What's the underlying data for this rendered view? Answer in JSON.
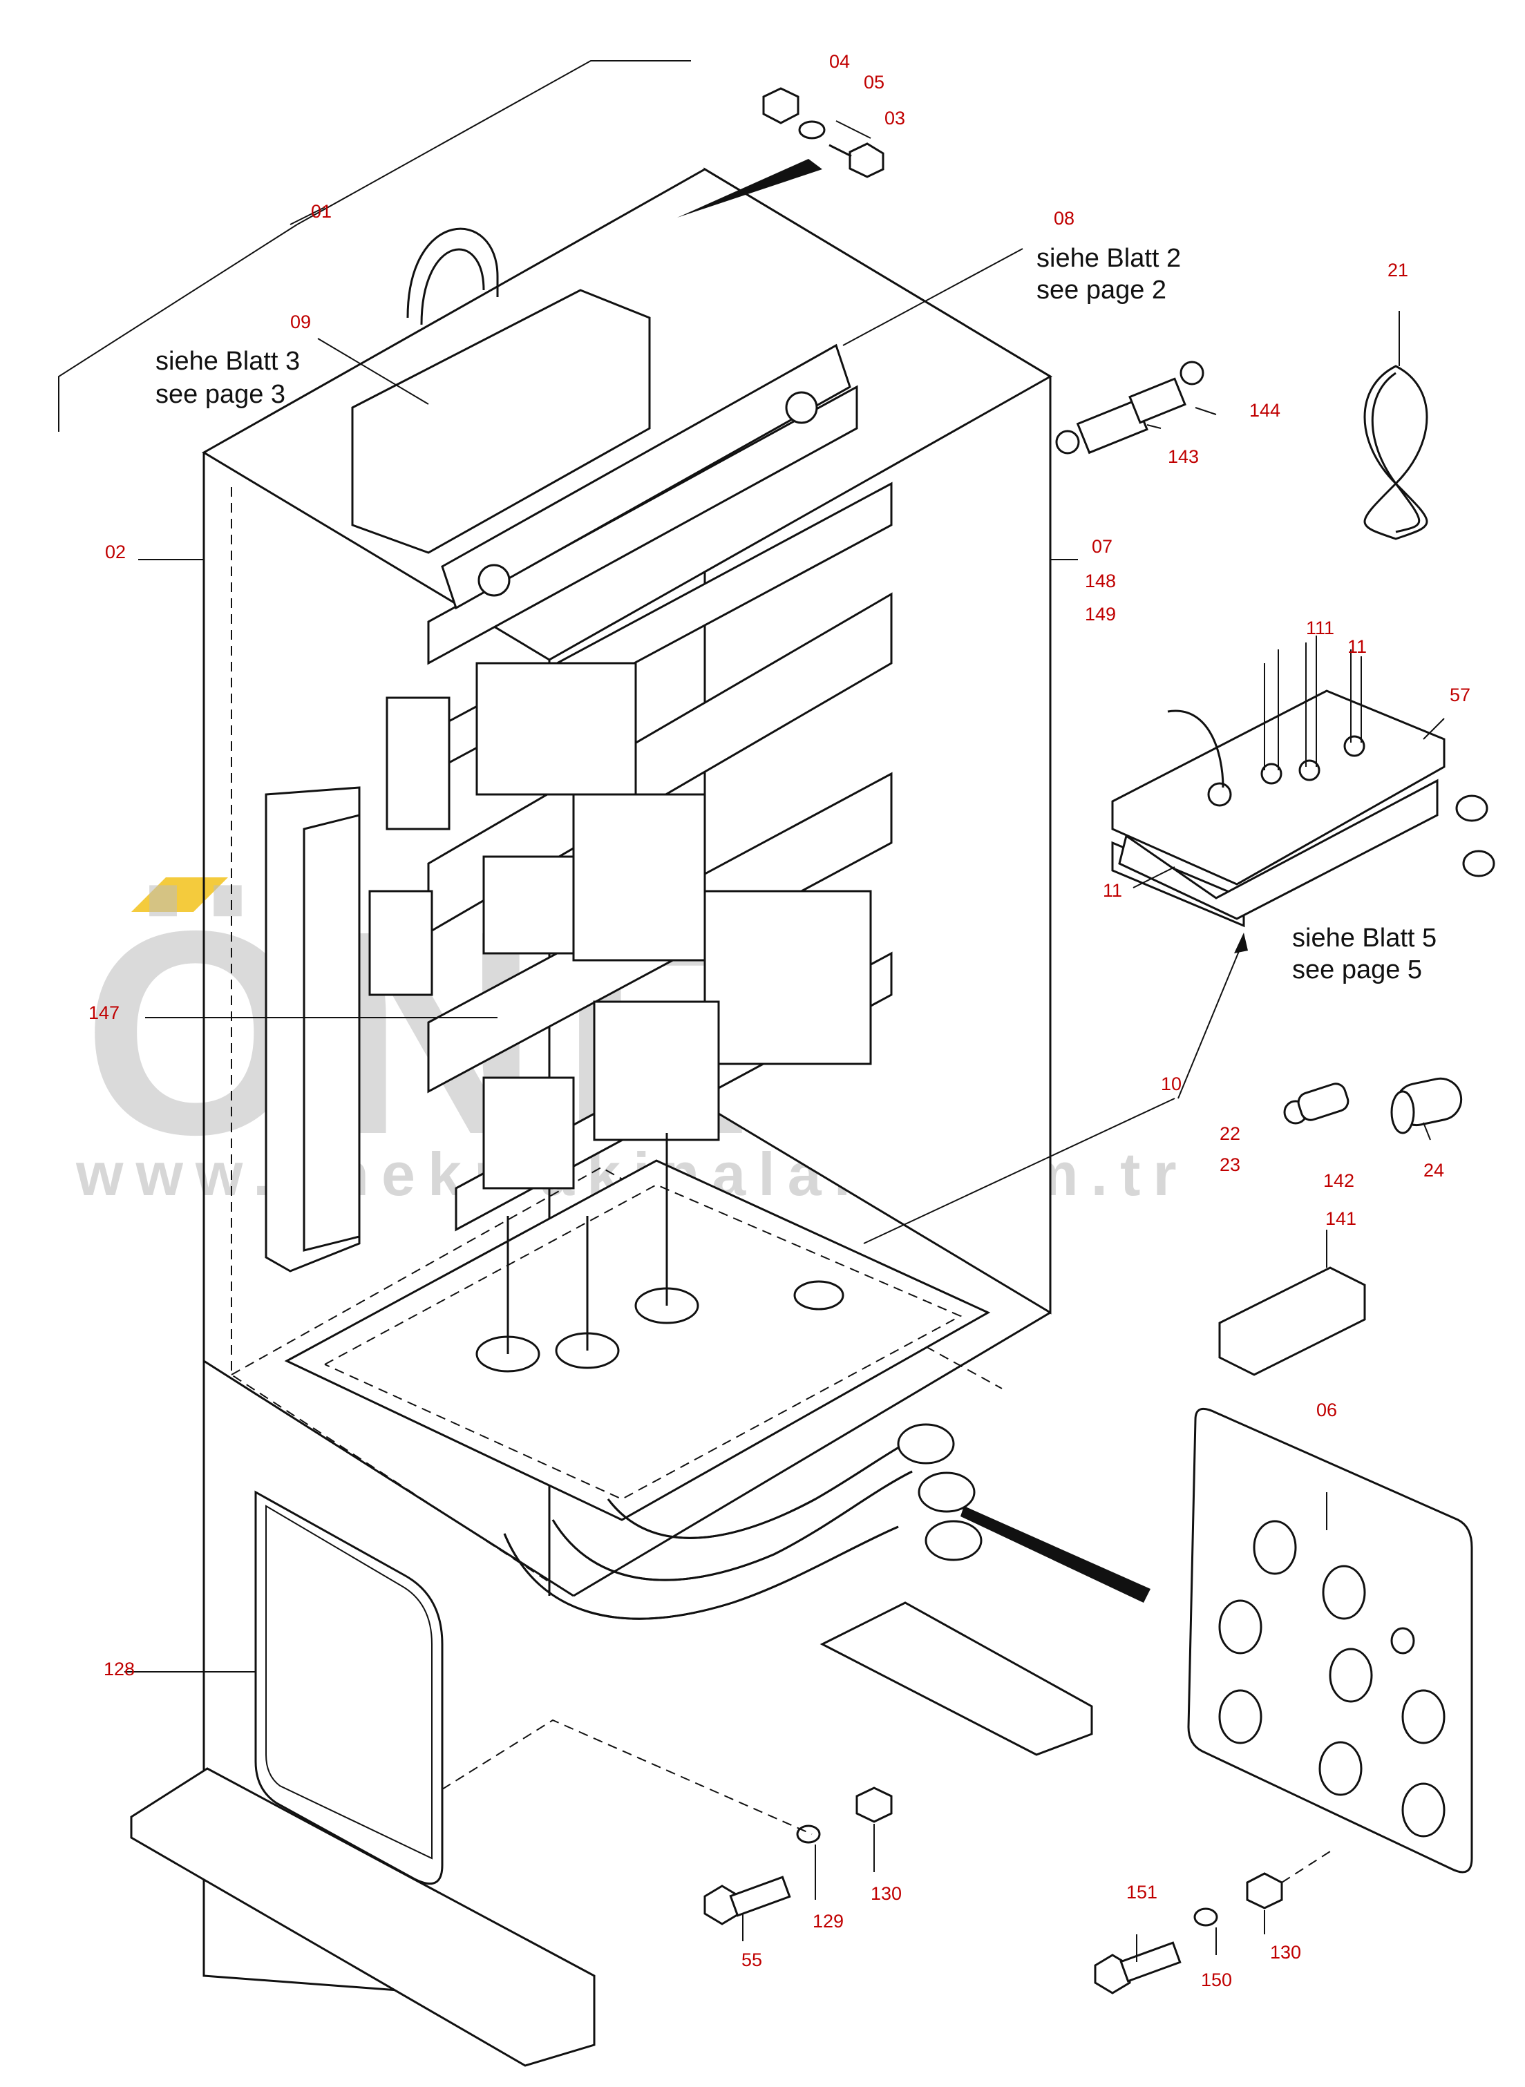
{
  "watermark": {
    "brand": "ÖNEK",
    "url": "www.onekmakinalari.com.tr"
  },
  "notes": {
    "page3": [
      "siehe Blatt 3",
      "see page 3"
    ],
    "page2": [
      "siehe Blatt 2",
      "see page 2"
    ],
    "page5": [
      "siehe Blatt 5",
      "see page 5"
    ]
  },
  "labels": {
    "l01": "01",
    "l02": "02",
    "l03": "03",
    "l04": "04",
    "l05": "05",
    "l06": "06",
    "l07": "07",
    "l08": "08",
    "l09": "09",
    "l10": "10",
    "l11": "11",
    "l21": "21",
    "l22": "22",
    "l23": "23",
    "l24": "24",
    "l55": "55",
    "l57": "57",
    "l128": "128",
    "l129": "129",
    "l130a": "130",
    "l130b": "130",
    "l141": "141",
    "l142": "142",
    "l143": "143",
    "l144": "144",
    "l147": "147",
    "l148": "148",
    "l149": "149",
    "l150": "150",
    "l151": "151",
    "l111": "111",
    "l11b": "11"
  },
  "colors": {
    "label": "#c00000",
    "watermark": "#bdbdbd",
    "watermark_accent": "#f2c21b"
  }
}
